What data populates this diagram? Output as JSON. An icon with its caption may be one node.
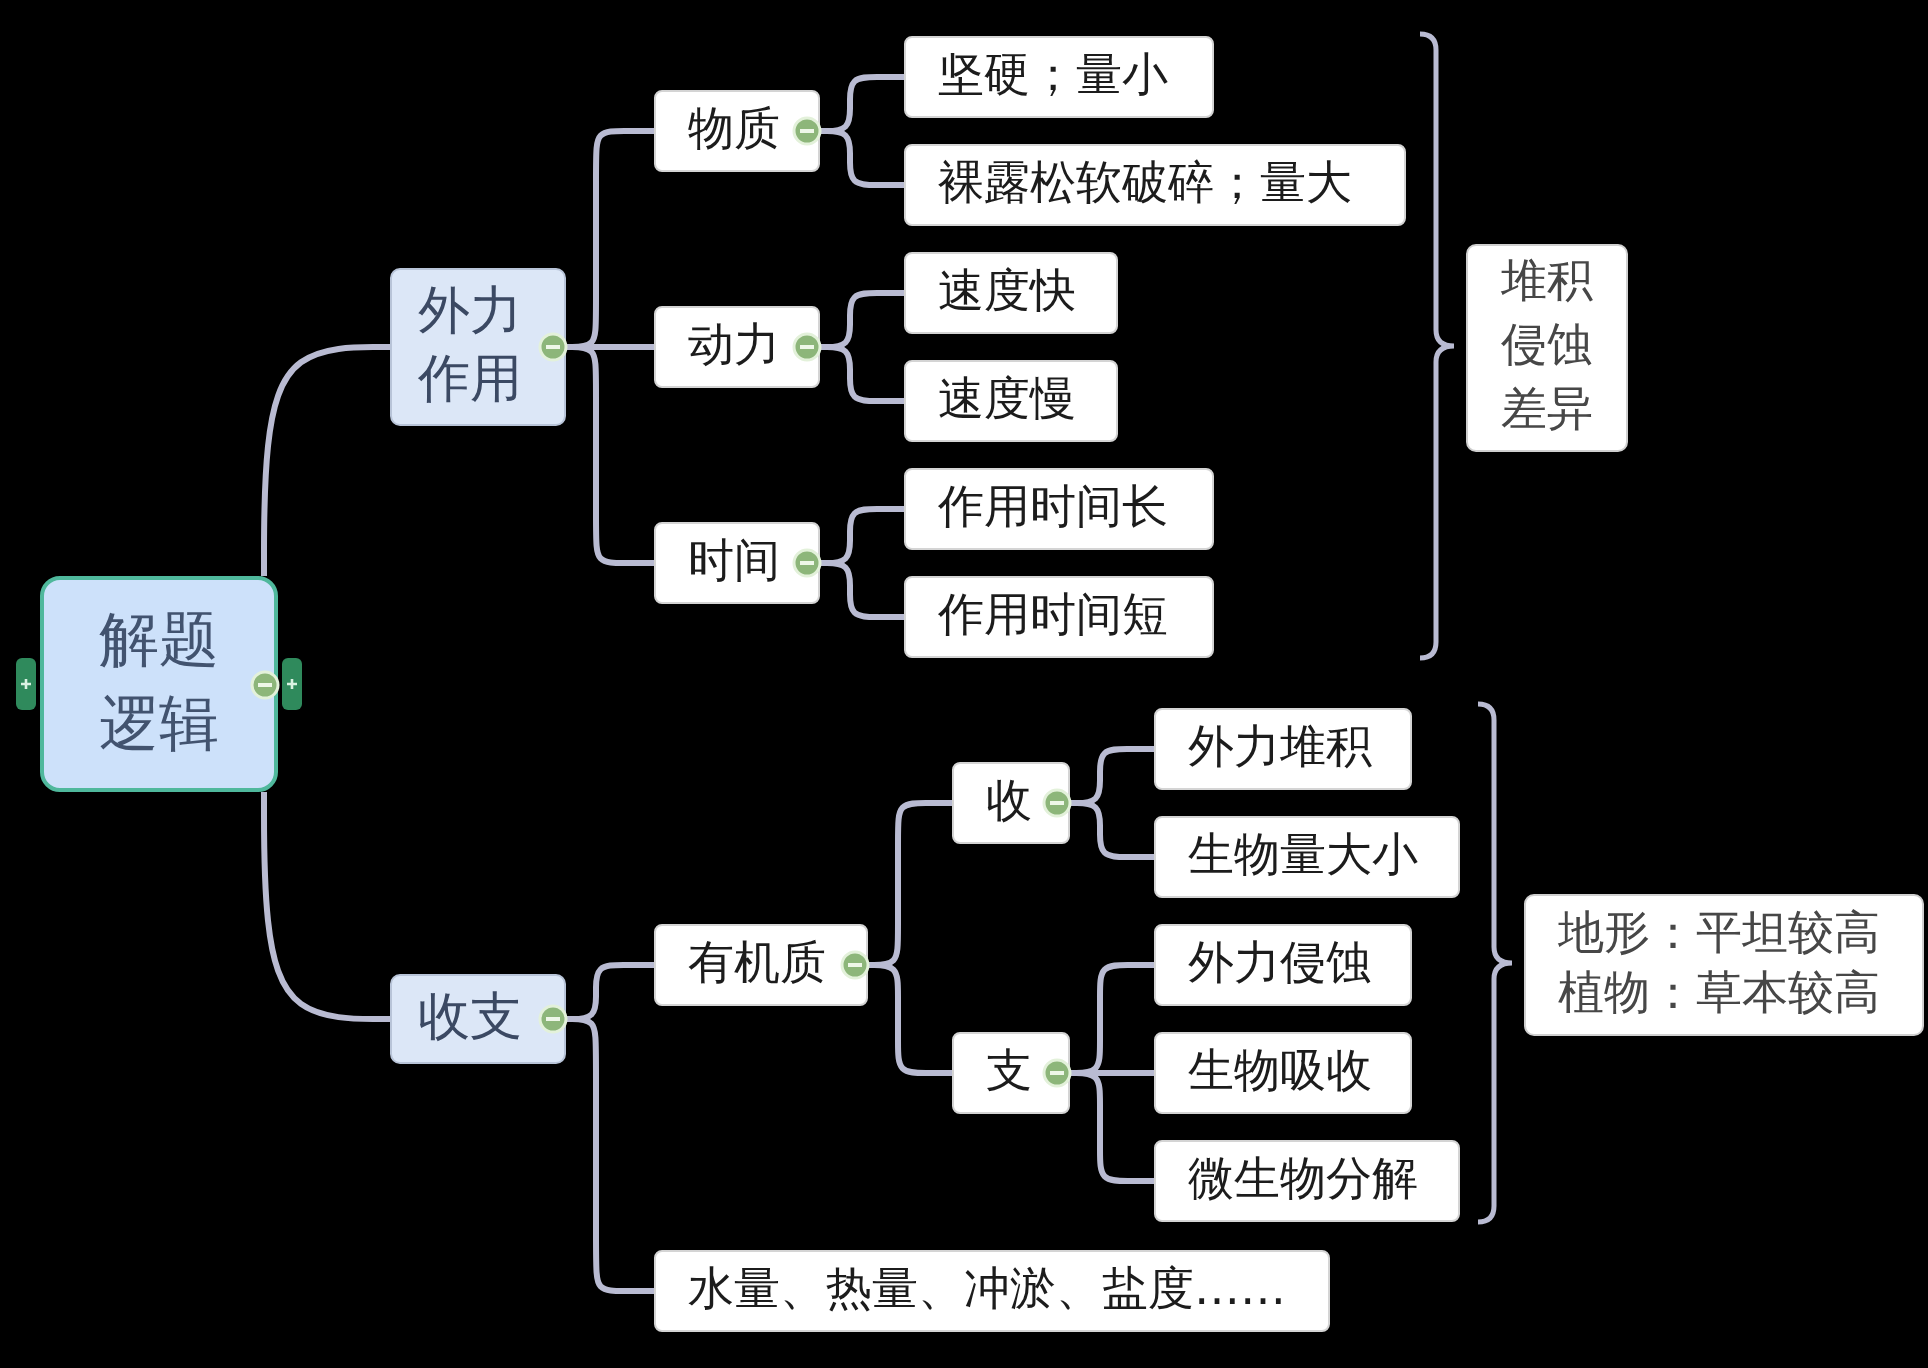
{
  "diagram": {
    "nodes": [
      {
        "text": [
          "解题逻辑"
        ]
      },
      {
        "text": [
          "外力作用"
        ]
      },
      {
        "text": [
          "物质"
        ]
      },
      {
        "text": [
          "坚硬；量小"
        ]
      },
      {
        "text": [
          "裸露松软破碎；量大"
        ]
      },
      {
        "text": [
          "动力"
        ]
      },
      {
        "text": [
          "速度快"
        ]
      },
      {
        "text": [
          "速度慢"
        ]
      },
      {
        "text": [
          "时间"
        ]
      },
      {
        "text": [
          "作用时间长"
        ]
      },
      {
        "text": [
          "作用时间短"
        ]
      },
      {
        "text": [
          "堆积侵蚀差异"
        ]
      },
      {
        "text": [
          "收支"
        ]
      },
      {
        "text": [
          "有机质"
        ]
      },
      {
        "text": [
          "收"
        ]
      },
      {
        "text": [
          "外力堆积"
        ]
      },
      {
        "text": [
          "生物量大小"
        ]
      },
      {
        "text": [
          "支"
        ]
      },
      {
        "text": [
          "外力侵蚀"
        ]
      },
      {
        "text": [
          "生物吸收"
        ]
      },
      {
        "text": [
          "微生物分解"
        ]
      },
      {
        "text": [
          "地形：平坦较高",
          "植物：草本较高"
        ]
      },
      {
        "text": [
          "水量、热量、冲淤、盐度……"
        ]
      }
    ],
    "edges": [
      {
        "from": 0,
        "to": 1,
        "arrow": "none"
      },
      {
        "from": 0,
        "to": 12,
        "arrow": "none"
      },
      {
        "from": 1,
        "to": 2,
        "arrow": "none"
      },
      {
        "from": 1,
        "to": 5,
        "arrow": "none"
      },
      {
        "from": 1,
        "to": 8,
        "arrow": "none"
      },
      {
        "from": 2,
        "to": 3,
        "arrow": "none"
      },
      {
        "from": 2,
        "to": 4,
        "arrow": "none"
      },
      {
        "from": 5,
        "to": 6,
        "arrow": "none"
      },
      {
        "from": 5,
        "to": 7,
        "arrow": "none"
      },
      {
        "from": 8,
        "to": 9,
        "arrow": "none"
      },
      {
        "from": 8,
        "to": 10,
        "arrow": "none"
      },
      {
        "from": 12,
        "to": 13,
        "arrow": "none"
      },
      {
        "from": 12,
        "to": 22,
        "arrow": "none"
      },
      {
        "from": 13,
        "to": 14,
        "arrow": "none"
      },
      {
        "from": 13,
        "to": 17,
        "arrow": "none"
      },
      {
        "from": 14,
        "to": 15,
        "arrow": "none"
      },
      {
        "from": 14,
        "to": 16,
        "arrow": "none"
      },
      {
        "from": 17,
        "to": 18,
        "arrow": "none"
      },
      {
        "from": 17,
        "to": 19,
        "arrow": "none"
      },
      {
        "from": 17,
        "to": 20,
        "arrow": "none"
      }
    ]
  }
}
